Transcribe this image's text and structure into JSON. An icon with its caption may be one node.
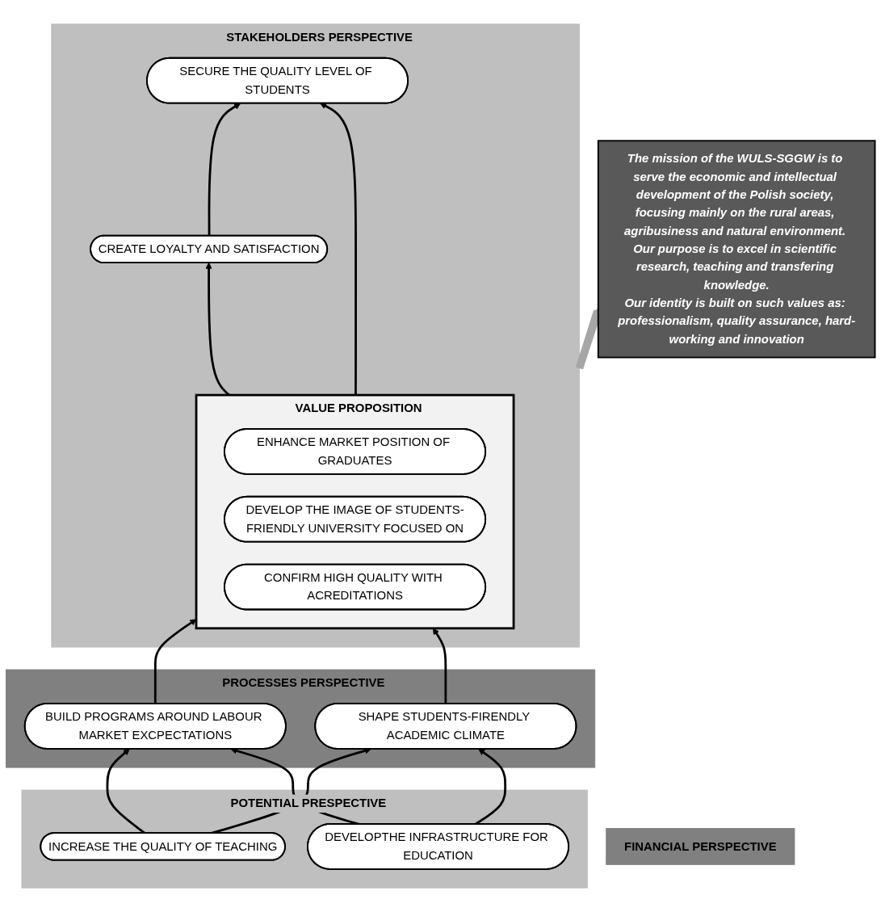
{
  "diagram": {
    "nodes": [
      {
        "text": [
          "The mission of the WULS-SGGW is to serve the economic and intellectual development of the Polish society, focusing mainly on the rural areas, agribusiness and natural environment. Our purpose is to excel in scientific research, teaching and transfering knowledge.",
          "Our identity is built on such values as: professionalism, quality assurance, hard-working and innovation"
        ]
      },
      {
        "text": [
          "STAKEHOLDERS PERSPECTIVE"
        ]
      },
      {
        "text": [
          "SECURE THE QUALITY LEVEL OF STUDENTS"
        ],
        "in": 1
      },
      {
        "text": [
          "CREATE LOYALTY AND SATISFACTION"
        ],
        "in": 1
      },
      {
        "text": [
          "VALUE PROPOSITION"
        ],
        "in": 1
      },
      {
        "text": [
          "ENHANCE MARKET POSITION OF GRADUATES"
        ],
        "in": 4
      },
      {
        "text": [
          "DEVELOP THE IMAGE OF STUDENTS-FRIENDLY UNIVERSITY FOCUSED ON"
        ],
        "in": 4
      },
      {
        "text": [
          "CONFIRM HIGH QUALITY WITH ACREDITATIONS"
        ],
        "in": 4
      },
      {
        "text": [
          "PROCESSES PERSPECTIVE"
        ]
      },
      {
        "text": [
          "BUILD PROGRAMS AROUND LABOUR MARKET EXCPECTATIONS"
        ],
        "in": 8
      },
      {
        "text": [
          "SHAPE STUDENTS-FIRENDLY ACADEMIC CLIMATE"
        ],
        "in": 8
      },
      {
        "text": [
          "POTENTIAL PRESPECTIVE"
        ]
      },
      {
        "text": [
          "INCREASE THE QUALITY OF TEACHING"
        ],
        "in": 11
      },
      {
        "text": [
          "DEVELOPTHE INFRASTRUCTURE FOR EDUCATION"
        ],
        "in": 11
      },
      {
        "text": [
          "FINANCIAL PERSPECTIVE"
        ]
      }
    ],
    "edges": [
      {
        "from": 1,
        "to": 0,
        "arrow": "to",
        "style": "thick",
        "color": "#a6a6a6"
      },
      {
        "from": 1,
        "to": 0,
        "arrow": "to",
        "style": "thick",
        "color": "#a6a6a6"
      },
      {
        "from": 3,
        "to": 2,
        "arrow": "to"
      },
      {
        "from": 4,
        "to": 2,
        "arrow": "to"
      },
      {
        "from": 4,
        "to": 3,
        "arrow": "to"
      },
      {
        "from": 9,
        "to": 4,
        "arrow": "to"
      },
      {
        "from": 10,
        "to": 4,
        "arrow": "to"
      },
      {
        "from": 12,
        "to": 9,
        "arrow": "to"
      },
      {
        "from": 12,
        "to": 10,
        "arrow": "to"
      },
      {
        "from": 13,
        "to": 9,
        "arrow": "to"
      },
      {
        "from": 13,
        "to": 10,
        "arrow": "to"
      }
    ]
  }
}
